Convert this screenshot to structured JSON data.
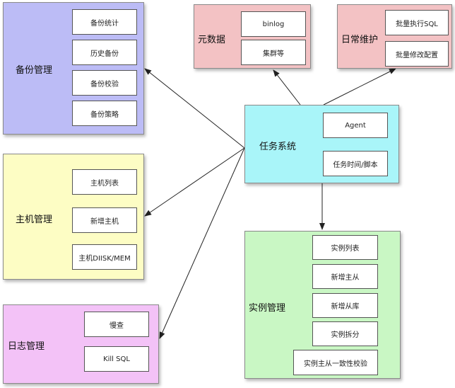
{
  "colors": {
    "backup": "#bcbcf6",
    "host": "#fdfdc4",
    "log": "#f3c2f7",
    "metadata": "#f3c2c4",
    "maintenance": "#f3c2c4",
    "task": "#a9f5f9",
    "instance": "#c9f7c4",
    "arrow": "#222222"
  },
  "backup": {
    "title": "备份管理",
    "items": [
      "备份统计",
      "历史备份",
      "备份校验",
      "备份策略"
    ]
  },
  "host": {
    "title": "主机管理",
    "items": [
      "主机列表",
      "新增主机",
      "主机DIISK/MEM"
    ]
  },
  "log": {
    "title": "日志管理",
    "items": [
      "慢查",
      "Kill SQL"
    ]
  },
  "metadata": {
    "title": "元数据",
    "items": [
      "binlog",
      "集群等"
    ]
  },
  "maintenance": {
    "title": "日常维护",
    "items": [
      "批量执行SQL",
      "批量修改配置"
    ]
  },
  "task": {
    "title": "任务系统",
    "items": [
      "Agent",
      "任务时间/脚本"
    ]
  },
  "instance": {
    "title": "实例管理",
    "items": [
      "实例列表",
      "新增主从",
      "新增从库",
      "实例拆分",
      "实例主从一致性校验"
    ]
  }
}
